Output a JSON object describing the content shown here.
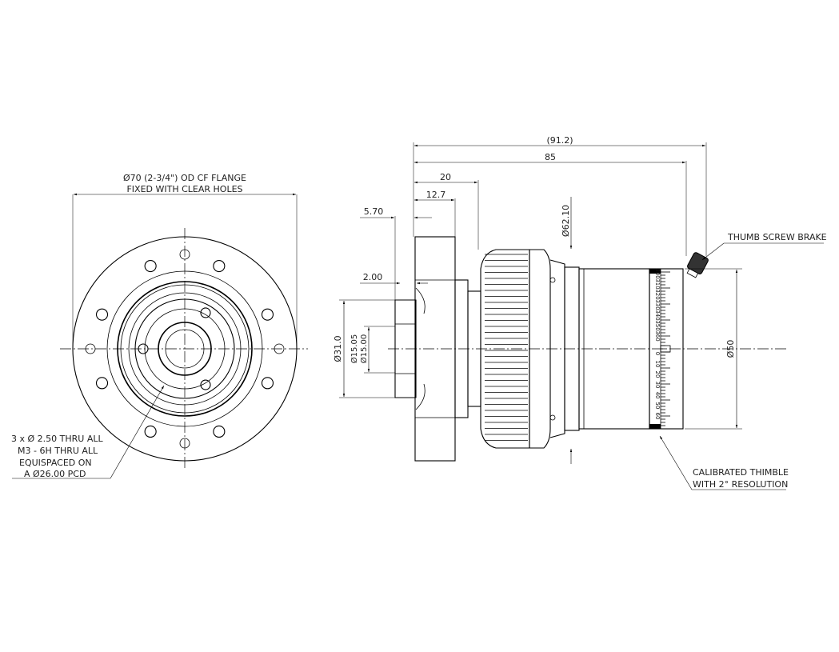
{
  "front_view": {
    "flange_label_line1": "Ø70 (2-3/4\") OD CF FLANGE",
    "flange_label_line2": "FIXED WITH CLEAR HOLES",
    "holes_note_line1": "3 x  Ø 2.50 THRU ALL",
    "holes_note_line2": "M3 - 6H THRU ALL",
    "holes_note_line3": "EQUISPACED ON",
    "holes_note_line4": "A  Ø26.00 PCD"
  },
  "side_view": {
    "dim_overall_ref": "(91.2)",
    "dim_overall": "85",
    "dim_20": "20",
    "dim_12_7": "12.7",
    "dim_5_70": "5.70",
    "dim_2_00": "2.00",
    "dim_d62_10": "Ø62.10",
    "dim_d31_0": "Ø31.0",
    "dim_d15_05": "Ø15.05",
    "dim_d15_00": "Ø15.00",
    "dim_d50": "Ø50",
    "thumb_screw_label": "THUMB SCREW BRAKE",
    "thimble_label_line1": "CALIBRATED THIMBLE",
    "thimble_label_line2": "WITH 2° RESOLUTION",
    "scale_upper": [
      "360",
      "350",
      "340",
      "330",
      "320",
      "310",
      "300"
    ],
    "scale_lower": [
      "0",
      "10",
      "20",
      "30",
      "40",
      "50",
      "60"
    ]
  }
}
